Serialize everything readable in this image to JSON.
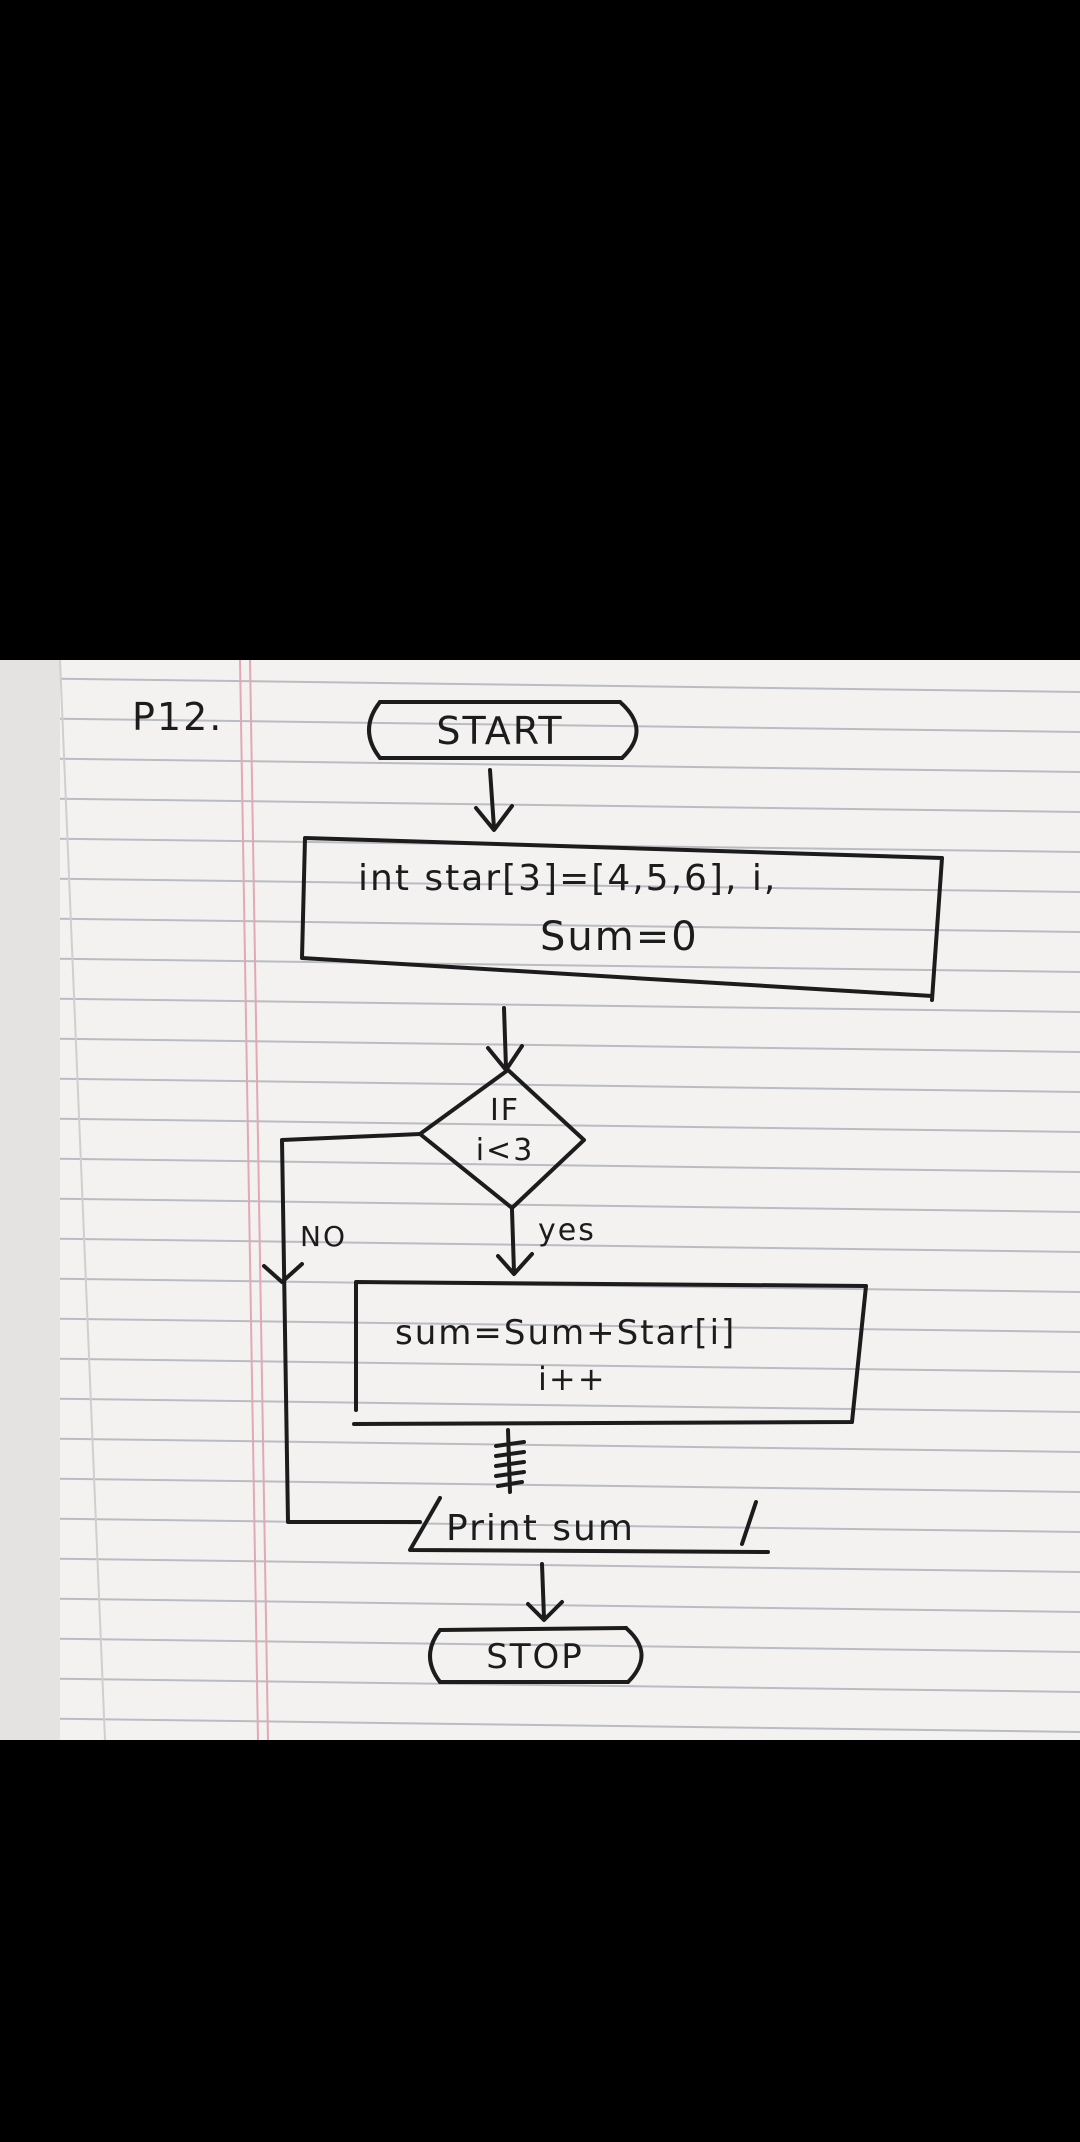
{
  "page_label": "P12.",
  "flowchart": {
    "start_label": "START",
    "init_line1": "int star[3]=[4,5,6], i,",
    "init_line2": "Sum=0",
    "decision_line1": "IF",
    "decision_line2": "i<3",
    "no_label": "NO",
    "yes_label": "yes",
    "process_line1": "sum=Sum+Star[i]",
    "process_line2": "i++",
    "output_label": "Print sum",
    "stop_label": "STOP"
  },
  "colors": {
    "ink": "#1c1c1c",
    "paper": "#f3f2f0",
    "ruling": "#b9bcc2",
    "margin": "#e2a8b4",
    "background": "#000000"
  }
}
